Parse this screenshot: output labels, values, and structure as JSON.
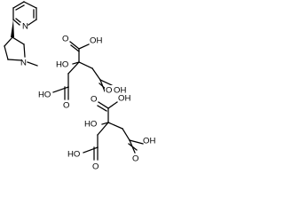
{
  "molecule": {
    "nicotine": {
      "ring_n": "N",
      "amine_n": "N",
      "methyl": ""
    },
    "citrate1": {
      "acid_top_o": "O",
      "acid_top_oh": "OH",
      "center_ho": "HO",
      "acid_right_o": "O",
      "acid_right_oh": "OH",
      "acid_left_ho": "HO",
      "acid_left_o": "O"
    },
    "citrate2": {
      "acid_left_o": "O",
      "acid_left_oh": "OH",
      "center_ho": "HO",
      "acid_right_o": "O",
      "acid_right_oh": "OH",
      "acid_bottom_ho": "HO",
      "acid_bottom_o": "O"
    }
  }
}
